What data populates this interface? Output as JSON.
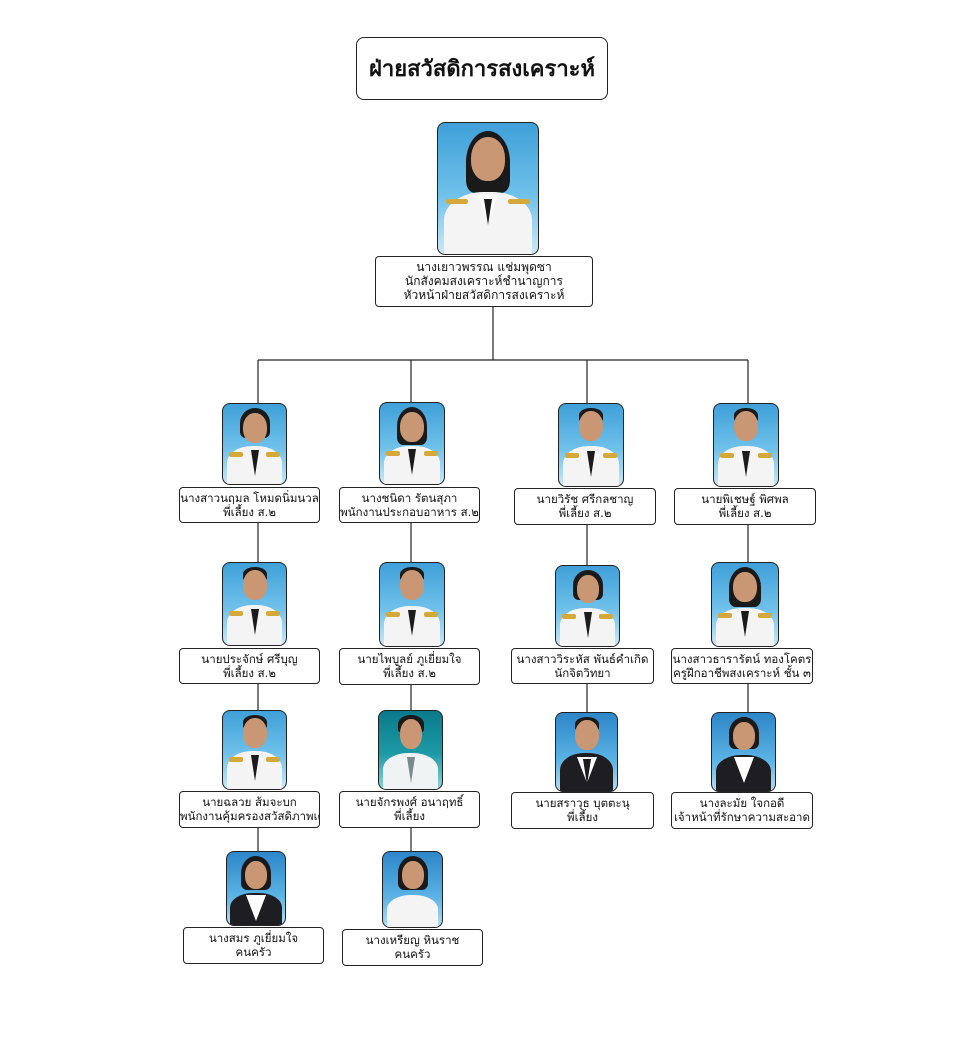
{
  "title": "ฝ่ายสวัสดิการสงเคราะห์",
  "head": {
    "name": "นางเยาวพรรณ    แช่มพุดซา",
    "position": "นักสังคมสงเคราะห์ชำนาญการ",
    "role": "หัวหน้าฝ่ายสวัสดิการสงเคราะห์"
  },
  "columns": [
    [
      {
        "name": "นางสาวนฤมล    โหมดนิ่มนวล",
        "role": "พี่เลี้ยง  ส.๒"
      },
      {
        "name": "นายประจักษ์     ศรีบุญ",
        "role": "พี่เลี้ยง ส.๒"
      },
      {
        "name": "นายฉลวย    ส้มจะบก",
        "role": "พนักงานคุ้มครองสวัสดิภาพเด็ก"
      },
      {
        "name": "นางสมร    ภูเยี่ยมใจ",
        "role": "คนครัว"
      }
    ],
    [
      {
        "name": "นางชนิดา    รัตนสุภา",
        "role": "พนักงานประกอบอาหาร ส.๒"
      },
      {
        "name": "นายไพบูลย์   ภูเยี่ยมใจ",
        "role": "พี่เลี้ยง ส.๒"
      },
      {
        "name": "นายจักรพงศ์   อนาฤทธิ์",
        "role": "พี่เลี้ยง"
      },
      {
        "name": "นางเหรียญ     หินราช",
        "role": "คนครัว"
      }
    ],
    [
      {
        "name": "นายวิรัช     ศรีกลชาญ",
        "role": "พี่เลี้ยง  ส.๒"
      },
      {
        "name": "นางสาววิระหัส    พันธ์คำเกิด",
        "role": "นักจิตวิทยา"
      },
      {
        "name": "นายสราวุธ     บุตตะนุ",
        "role": "พี่เลี้ยง"
      }
    ],
    [
      {
        "name": "นายพิเชษฐ์    พิศพล",
        "role": "พี่เลี้ยง  ส.๒"
      },
      {
        "name": "นางสาวธารารัตน์   ทองโคตร",
        "role": "ครูฝึกอาชีพสงเคราะห์ ชั้น ๓"
      },
      {
        "name": "นางละมัย    ใจกอดี",
        "role": "เจ้าหน้าที่รักษาความสะอาด"
      }
    ]
  ],
  "colors": {
    "border": "#222222",
    "photo_bg": "#4aa8dc",
    "line": "#222222"
  }
}
